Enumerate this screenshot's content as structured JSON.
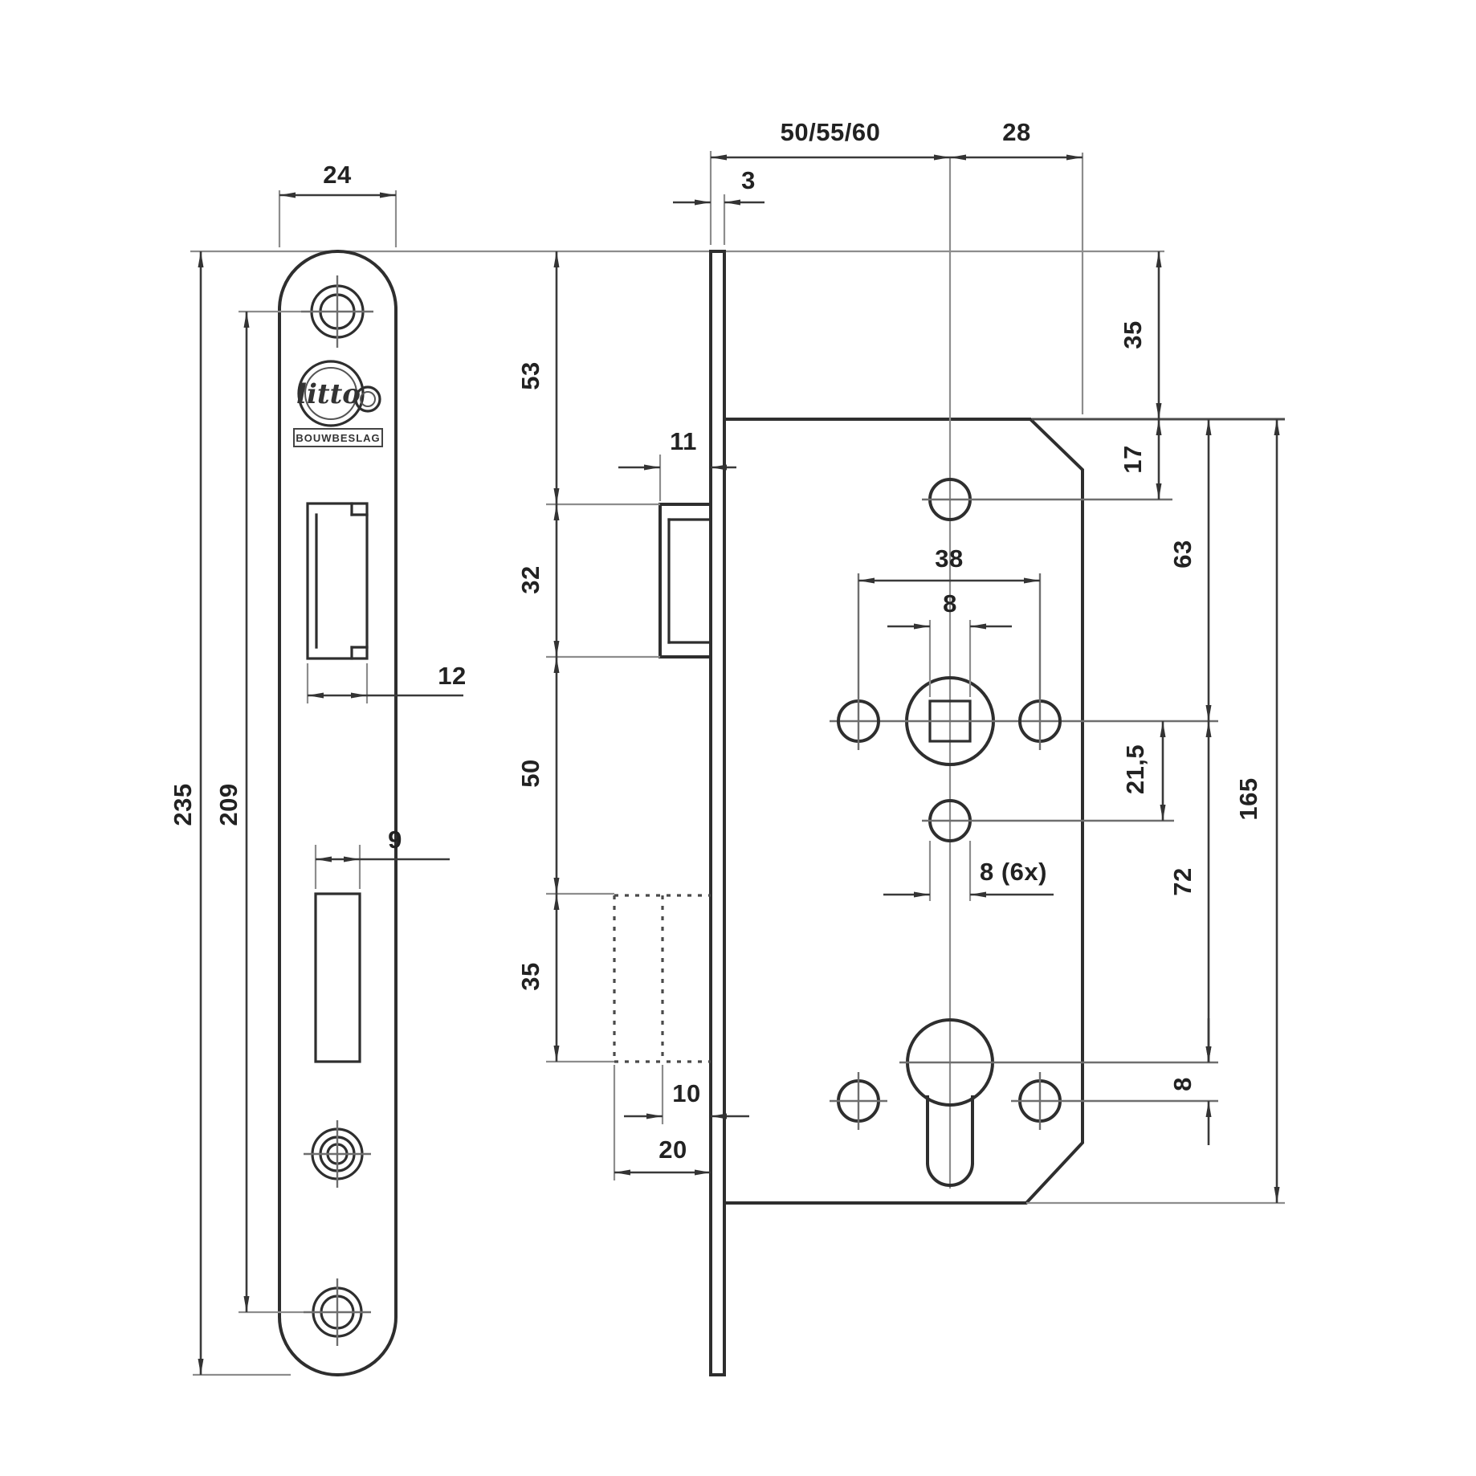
{
  "drawing": {
    "type": "technical-drawing",
    "subject": "mortise cylinder lock with strike faceplate, dimensioned views",
    "units": "mm",
    "line_color": "#2e2e2e",
    "background": "#ffffff"
  },
  "logo": {
    "text": "litto",
    "sub_text": "BOUWBESLAG"
  },
  "dims": {
    "plate_width": "24",
    "plate_height": "235",
    "screw_spacing": "209",
    "latch_cutout_width": "12",
    "deadbolt_cutout_width": "9",
    "faceplate_thickness": "3",
    "backset": "50/55/60",
    "spindle_to_edge": "28",
    "top_to_latch": "53",
    "latch_height": "32",
    "latch_to_deadbolt": "50",
    "deadbolt_height": "35",
    "latch_protrusion": "11",
    "deadbolt_throw_inner": "10",
    "deadbolt_throw_outer": "20",
    "handle_hole_spacing": "38",
    "spindle_square": "8",
    "hole_note": "8 (6x)",
    "top_margin": "35",
    "edge_to_top_hole": "17",
    "top_hole_to_spindle": "63",
    "spindle_below_offset": "21,5",
    "spindle_to_cylinder": "72",
    "cylinder_to_screw": "8",
    "case_height": "165"
  }
}
